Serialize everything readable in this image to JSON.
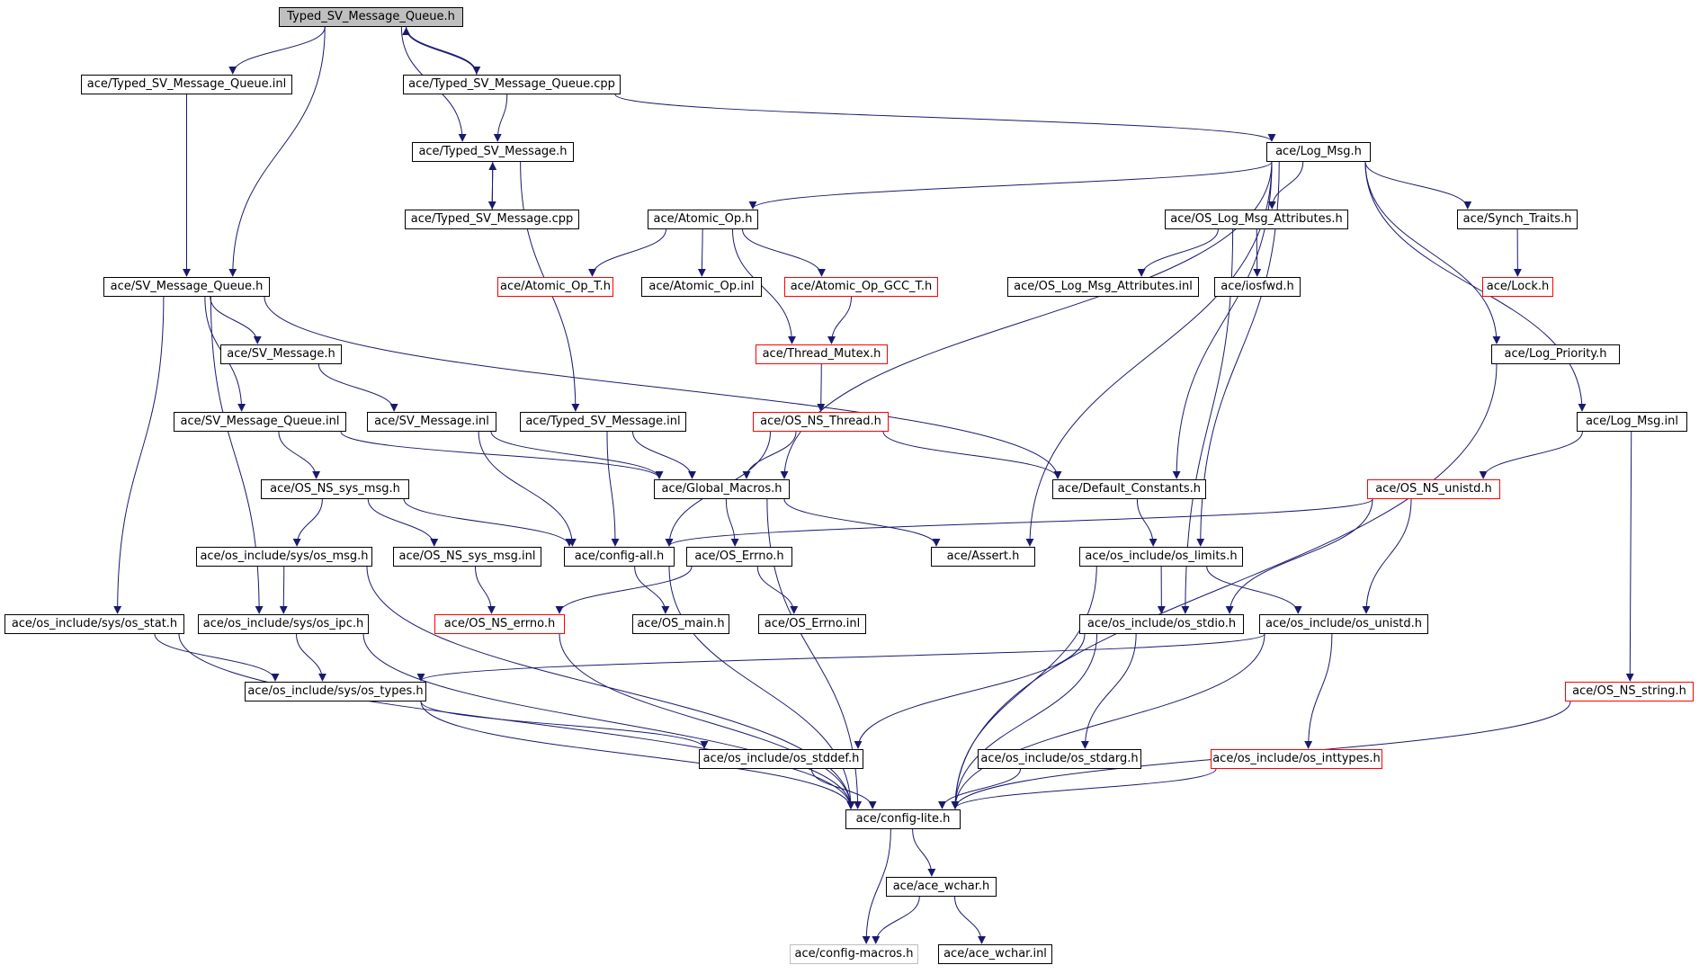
{
  "colors": {
    "edge": "#191970",
    "node_border": "#000000",
    "incomplete_border": "#ff0000",
    "external_border": "#bfbfbf",
    "root_fill": "#bfbfbf"
  },
  "nodes": [
    {
      "id": "n_tsvmq_h",
      "label": "Typed_SV_Message_Queue.h",
      "style": "root"
    },
    {
      "id": "n_tsvmq_inl",
      "label": "ace/Typed_SV_Message_Queue.inl",
      "style": "normal"
    },
    {
      "id": "n_tsvmq_cpp",
      "label": "ace/Typed_SV_Message_Queue.cpp",
      "style": "normal"
    },
    {
      "id": "n_tsvm_h",
      "label": "ace/Typed_SV_Message.h",
      "style": "normal"
    },
    {
      "id": "n_log_msg_h",
      "label": "ace/Log_Msg.h",
      "style": "normal"
    },
    {
      "id": "n_tsvm_cpp",
      "label": "ace/Typed_SV_Message.cpp",
      "style": "normal"
    },
    {
      "id": "n_atomic_h",
      "label": "ace/Atomic_Op.h",
      "style": "normal"
    },
    {
      "id": "n_oslma_h",
      "label": "ace/OS_Log_Msg_Attributes.h",
      "style": "normal"
    },
    {
      "id": "n_synch_traits",
      "label": "ace/Synch_Traits.h",
      "style": "normal"
    },
    {
      "id": "n_svmq_h",
      "label": "ace/SV_Message_Queue.h",
      "style": "normal"
    },
    {
      "id": "n_atomic_t",
      "label": "ace/Atomic_Op_T.h",
      "style": "red"
    },
    {
      "id": "n_atomic_inl",
      "label": "ace/Atomic_Op.inl",
      "style": "normal"
    },
    {
      "id": "n_atomic_gcc",
      "label": "ace/Atomic_Op_GCC_T.h",
      "style": "red"
    },
    {
      "id": "n_oslma_inl",
      "label": "ace/OS_Log_Msg_Attributes.inl",
      "style": "normal"
    },
    {
      "id": "n_iosfwd",
      "label": "ace/iosfwd.h",
      "style": "normal"
    },
    {
      "id": "n_lock",
      "label": "ace/Lock.h",
      "style": "red"
    },
    {
      "id": "n_svm_h",
      "label": "ace/SV_Message.h",
      "style": "normal"
    },
    {
      "id": "n_thread_mutex",
      "label": "ace/Thread_Mutex.h",
      "style": "red"
    },
    {
      "id": "n_log_priority",
      "label": "ace/Log_Priority.h",
      "style": "normal"
    },
    {
      "id": "n_svmq_inl",
      "label": "ace/SV_Message_Queue.inl",
      "style": "normal"
    },
    {
      "id": "n_svm_inl",
      "label": "ace/SV_Message.inl",
      "style": "normal"
    },
    {
      "id": "n_tsvm_inl",
      "label": "ace/Typed_SV_Message.inl",
      "style": "normal"
    },
    {
      "id": "n_os_ns_thread",
      "label": "ace/OS_NS_Thread.h",
      "style": "red"
    },
    {
      "id": "n_log_msg_inl",
      "label": "ace/Log_Msg.inl",
      "style": "normal"
    },
    {
      "id": "n_os_ns_sys_msg_h",
      "label": "ace/OS_NS_sys_msg.h",
      "style": "normal"
    },
    {
      "id": "n_global_macros",
      "label": "ace/Global_Macros.h",
      "style": "normal"
    },
    {
      "id": "n_default_constants",
      "label": "ace/Default_Constants.h",
      "style": "normal"
    },
    {
      "id": "n_os_ns_unistd",
      "label": "ace/OS_NS_unistd.h",
      "style": "red"
    },
    {
      "id": "n_osinc_sys_os_msg",
      "label": "ace/os_include/sys/os_msg.h",
      "style": "normal"
    },
    {
      "id": "n_os_ns_sys_msg_inl",
      "label": "ace/OS_NS_sys_msg.inl",
      "style": "normal"
    },
    {
      "id": "n_config_all",
      "label": "ace/config-all.h",
      "style": "normal"
    },
    {
      "id": "n_os_errno_h",
      "label": "ace/OS_Errno.h",
      "style": "normal"
    },
    {
      "id": "n_assert",
      "label": "ace/Assert.h",
      "style": "normal"
    },
    {
      "id": "n_os_limits",
      "label": "ace/os_include/os_limits.h",
      "style": "normal"
    },
    {
      "id": "n_os_stat",
      "label": "ace/os_include/sys/os_stat.h",
      "style": "normal"
    },
    {
      "id": "n_os_ipc",
      "label": "ace/os_include/sys/os_ipc.h",
      "style": "normal"
    },
    {
      "id": "n_os_ns_errno",
      "label": "ace/OS_NS_errno.h",
      "style": "red"
    },
    {
      "id": "n_os_main",
      "label": "ace/OS_main.h",
      "style": "normal"
    },
    {
      "id": "n_os_errno_inl",
      "label": "ace/OS_Errno.inl",
      "style": "normal"
    },
    {
      "id": "n_os_stdio",
      "label": "ace/os_include/os_stdio.h",
      "style": "normal"
    },
    {
      "id": "n_os_unistd",
      "label": "ace/os_include/os_unistd.h",
      "style": "normal"
    },
    {
      "id": "n_os_types",
      "label": "ace/os_include/sys/os_types.h",
      "style": "normal"
    },
    {
      "id": "n_os_ns_string",
      "label": "ace/OS_NS_string.h",
      "style": "red"
    },
    {
      "id": "n_os_stddef",
      "label": "ace/os_include/os_stddef.h",
      "style": "normal"
    },
    {
      "id": "n_os_stdarg",
      "label": "ace/os_include/os_stdarg.h",
      "style": "normal"
    },
    {
      "id": "n_os_inttypes",
      "label": "ace/os_include/os_inttypes.h",
      "style": "red"
    },
    {
      "id": "n_config_lite",
      "label": "ace/config-lite.h",
      "style": "normal"
    },
    {
      "id": "n_ace_wchar_h",
      "label": "ace/ace_wchar.h",
      "style": "normal"
    },
    {
      "id": "n_config_macros",
      "label": "ace/config-macros.h",
      "style": "gray"
    },
    {
      "id": "n_ace_wchar_inl",
      "label": "ace/ace_wchar.inl",
      "style": "normal"
    }
  ],
  "edges": [
    [
      "n_tsvmq_h",
      "n_tsvmq_inl"
    ],
    [
      "n_tsvmq_h",
      "n_tsvmq_cpp"
    ],
    [
      "n_tsvmq_h",
      "n_tsvm_h"
    ],
    [
      "n_tsvmq_h",
      "n_svmq_h"
    ],
    [
      "n_tsvmq_cpp",
      "n_tsvmq_h"
    ],
    [
      "n_tsvmq_cpp",
      "n_tsvm_h"
    ],
    [
      "n_tsvmq_cpp",
      "n_log_msg_h"
    ],
    [
      "n_tsvmq_inl",
      "n_svmq_h"
    ],
    [
      "n_tsvm_h",
      "n_tsvm_cpp"
    ],
    [
      "n_tsvm_cpp",
      "n_tsvm_h"
    ],
    [
      "n_tsvm_h",
      "n_tsvm_inl"
    ],
    [
      "n_log_msg_h",
      "n_atomic_h"
    ],
    [
      "n_log_msg_h",
      "n_oslma_h"
    ],
    [
      "n_log_msg_h",
      "n_synch_traits"
    ],
    [
      "n_log_msg_h",
      "n_global_macros"
    ],
    [
      "n_log_msg_h",
      "n_default_constants"
    ],
    [
      "n_log_msg_h",
      "n_assert"
    ],
    [
      "n_log_msg_h",
      "n_os_limits"
    ],
    [
      "n_log_msg_h",
      "n_log_priority"
    ],
    [
      "n_log_msg_h",
      "n_log_msg_inl"
    ],
    [
      "n_atomic_h",
      "n_atomic_t"
    ],
    [
      "n_atomic_h",
      "n_atomic_inl"
    ],
    [
      "n_atomic_h",
      "n_atomic_gcc"
    ],
    [
      "n_atomic_h",
      "n_thread_mutex"
    ],
    [
      "n_atomic_gcc",
      "n_thread_mutex"
    ],
    [
      "n_oslma_h",
      "n_oslma_inl"
    ],
    [
      "n_oslma_h",
      "n_iosfwd"
    ],
    [
      "n_oslma_h",
      "n_os_stdio"
    ],
    [
      "n_synch_traits",
      "n_lock"
    ],
    [
      "n_svmq_h",
      "n_svm_h"
    ],
    [
      "n_svmq_h",
      "n_svmq_inl"
    ],
    [
      "n_svmq_h",
      "n_default_constants"
    ],
    [
      "n_svmq_h",
      "n_os_ipc"
    ],
    [
      "n_svmq_h",
      "n_os_stat"
    ],
    [
      "n_svm_h",
      "n_svm_inl"
    ],
    [
      "n_thread_mutex",
      "n_os_ns_thread"
    ],
    [
      "n_svmq_inl",
      "n_os_ns_sys_msg_h"
    ],
    [
      "n_svmq_inl",
      "n_global_macros"
    ],
    [
      "n_svm_inl",
      "n_global_macros"
    ],
    [
      "n_svm_inl",
      "n_config_all"
    ],
    [
      "n_tsvm_inl",
      "n_global_macros"
    ],
    [
      "n_tsvm_inl",
      "n_config_all"
    ],
    [
      "n_os_ns_thread",
      "n_global_macros"
    ],
    [
      "n_os_ns_thread",
      "n_default_constants"
    ],
    [
      "n_os_ns_thread",
      "n_config_all"
    ],
    [
      "n_log_msg_inl",
      "n_os_ns_unistd"
    ],
    [
      "n_log_msg_inl",
      "n_os_ns_string"
    ],
    [
      "n_os_ns_sys_msg_h",
      "n_osinc_sys_os_msg"
    ],
    [
      "n_os_ns_sys_msg_h",
      "n_os_ns_sys_msg_inl"
    ],
    [
      "n_os_ns_sys_msg_h",
      "n_config_all"
    ],
    [
      "n_global_macros",
      "n_os_errno_h"
    ],
    [
      "n_global_macros",
      "n_assert"
    ],
    [
      "n_global_macros",
      "n_config_lite"
    ],
    [
      "n_default_constants",
      "n_os_limits"
    ],
    [
      "n_os_ns_unistd",
      "n_config_all"
    ],
    [
      "n_os_ns_unistd",
      "n_os_stdio"
    ],
    [
      "n_os_ns_unistd",
      "n_os_unistd"
    ],
    [
      "n_osinc_sys_os_msg",
      "n_os_ipc"
    ],
    [
      "n_osinc_sys_os_msg",
      "n_config_lite"
    ],
    [
      "n_os_ns_sys_msg_inl",
      "n_os_ns_errno"
    ],
    [
      "n_config_all",
      "n_os_main"
    ],
    [
      "n_config_all",
      "n_config_lite"
    ],
    [
      "n_os_errno_h",
      "n_os_ns_errno"
    ],
    [
      "n_os_errno_h",
      "n_os_errno_inl"
    ],
    [
      "n_os_limits",
      "n_os_stdio"
    ],
    [
      "n_os_limits",
      "n_os_unistd"
    ],
    [
      "n_os_limits",
      "n_config_lite"
    ],
    [
      "n_os_stat",
      "n_os_types"
    ],
    [
      "n_os_stat",
      "n_config_lite"
    ],
    [
      "n_os_ipc",
      "n_os_types"
    ],
    [
      "n_os_ipc",
      "n_config_lite"
    ],
    [
      "n_os_ns_errno",
      "n_config_lite"
    ],
    [
      "n_os_stdio",
      "n_os_stddef"
    ],
    [
      "n_os_stdio",
      "n_os_stdarg"
    ],
    [
      "n_os_stdio",
      "n_config_lite"
    ],
    [
      "n_os_unistd",
      "n_os_types"
    ],
    [
      "n_os_unistd",
      "n_os_inttypes"
    ],
    [
      "n_os_unistd",
      "n_config_lite"
    ],
    [
      "n_os_types",
      "n_os_stddef"
    ],
    [
      "n_os_types",
      "n_config_lite"
    ],
    [
      "n_os_ns_string",
      "n_config_lite"
    ],
    [
      "n_os_stddef",
      "n_config_lite"
    ],
    [
      "n_os_stdarg",
      "n_config_lite"
    ],
    [
      "n_os_inttypes",
      "n_config_lite"
    ],
    [
      "n_log_priority",
      "n_config_lite"
    ],
    [
      "n_config_lite",
      "n_ace_wchar_h"
    ],
    [
      "n_config_lite",
      "n_config_macros"
    ],
    [
      "n_ace_wchar_h",
      "n_config_macros"
    ],
    [
      "n_ace_wchar_h",
      "n_ace_wchar_inl"
    ]
  ]
}
